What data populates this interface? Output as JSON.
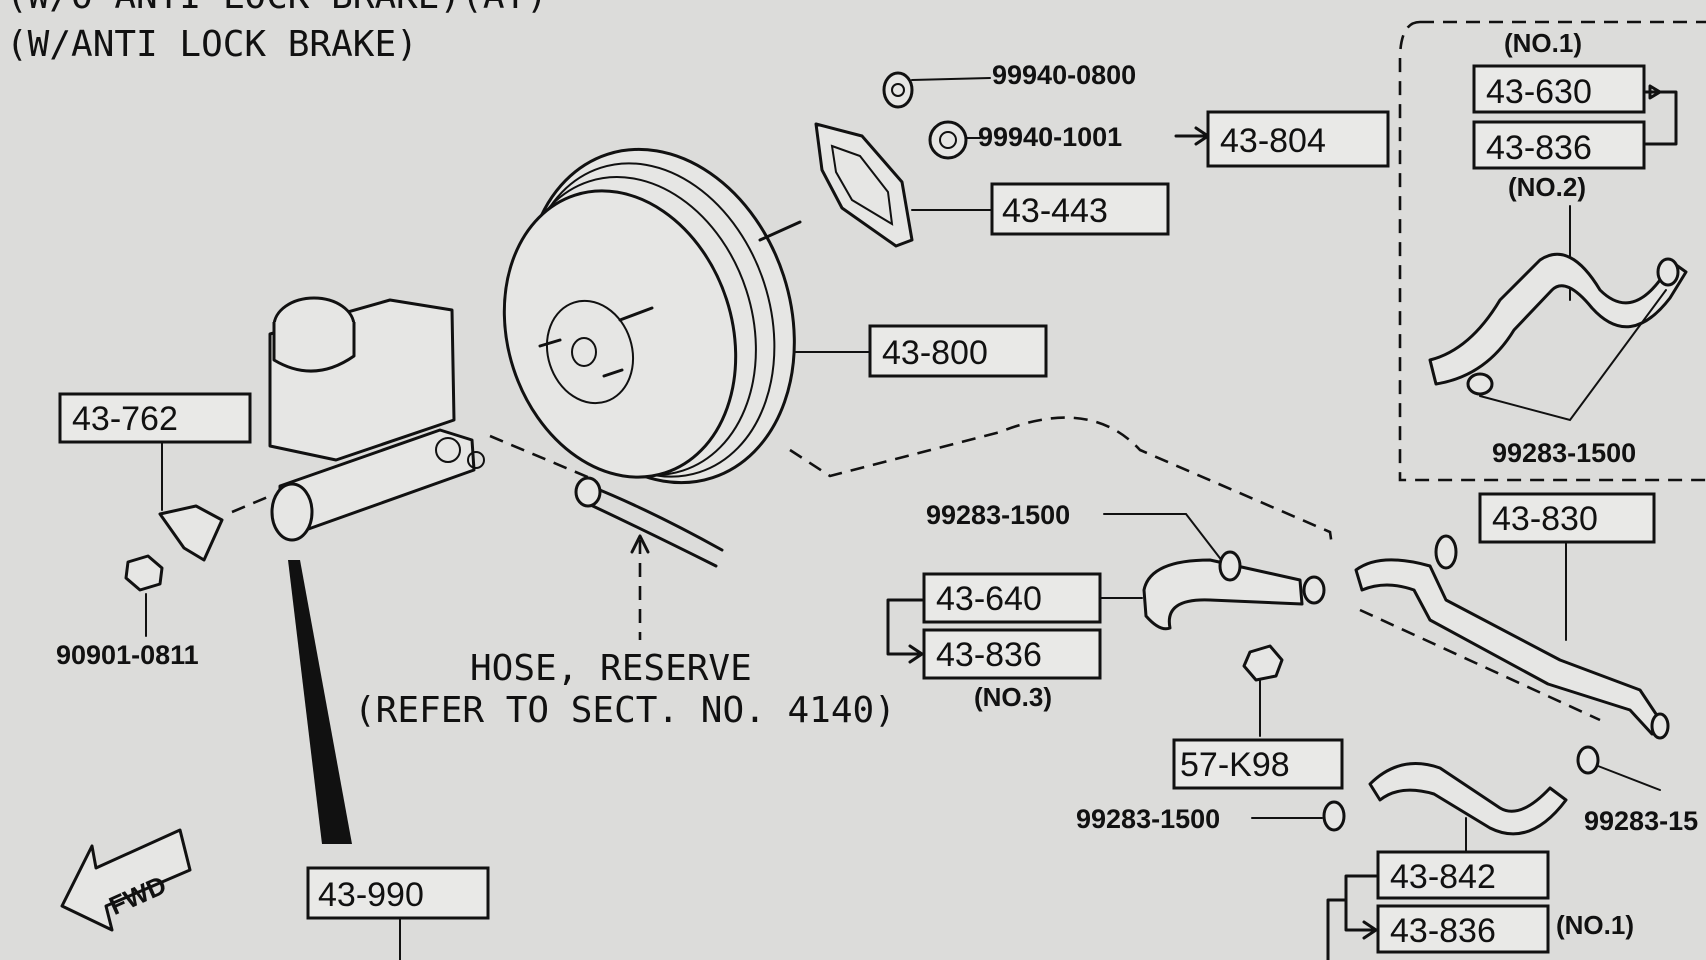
{
  "header": {
    "line1": "(W/O ANTI LOCK BRAKE)(AT)",
    "line2": "(W/ANTI LOCK BRAKE)"
  },
  "parts": {
    "p99940_0800": "99940-0800",
    "p99940_1001": "99940-1001",
    "p43_804": "43-804",
    "p43_443": "43-443",
    "p43_800": "43-800",
    "p43_762": "43-762",
    "p90901_0811": "90901-0811",
    "p43_990": "43-990",
    "p99283_1500_a": "99283-1500",
    "p43_640": "43-640",
    "p43_836_a": "43-836",
    "p57_k98": "57-K98",
    "p99283_1500_b": "99283-1500",
    "p43_830": "43-830",
    "p99283_15_c": "99283-15",
    "p43_842": "43-842",
    "p43_836_b": "43-836",
    "p43_630": "43-630",
    "p43_836_c": "43-836",
    "p99283_1500_d": "99283-1500"
  },
  "notes": {
    "hose_line1": "HOSE, RESERVE",
    "hose_line2": "(REFER TO SECT. NO. 4140)",
    "no1_top": "(NO.1)",
    "no2": "(NO.2)",
    "no3": "(NO.3)",
    "no1_bottom": "(NO.1)",
    "fwd": "FWD"
  }
}
